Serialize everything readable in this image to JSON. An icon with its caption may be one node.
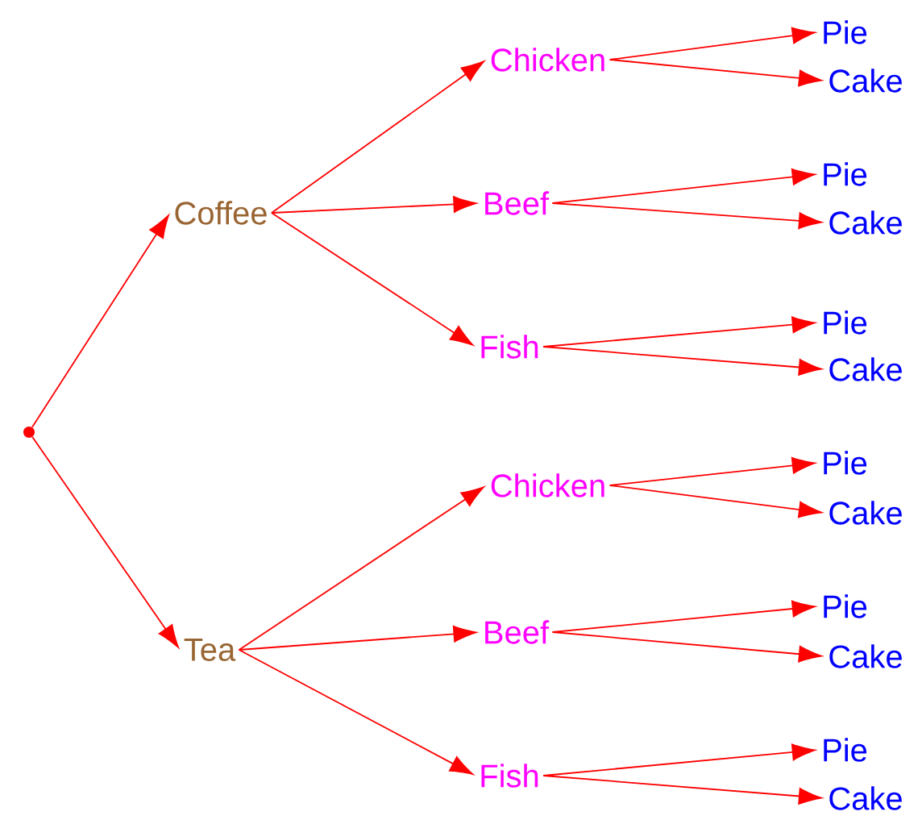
{
  "diagram": {
    "nodes": [
      {
        "text": [],
        "shape": "circle"
      },
      {
        "text": [
          "Coffee"
        ]
      },
      {
        "text": [
          "Tea"
        ]
      },
      {
        "text": [
          "Chicken"
        ]
      },
      {
        "text": [
          "Beef"
        ]
      },
      {
        "text": [
          "Fish"
        ]
      },
      {
        "text": [
          "Chicken"
        ]
      },
      {
        "text": [
          "Beef"
        ]
      },
      {
        "text": [
          "Fish"
        ]
      },
      {
        "text": [
          "Pie"
        ]
      },
      {
        "text": [
          "Cake"
        ]
      },
      {
        "text": [
          "Pie"
        ]
      },
      {
        "text": [
          "Cake"
        ]
      },
      {
        "text": [
          "Pie"
        ]
      },
      {
        "text": [
          "Cake"
        ]
      },
      {
        "text": [
          "Pie"
        ]
      },
      {
        "text": [
          "Cake"
        ]
      },
      {
        "text": [
          "Pie"
        ]
      },
      {
        "text": [
          "Cake"
        ]
      },
      {
        "text": [
          "Pie"
        ]
      },
      {
        "text": [
          "Cake"
        ]
      }
    ],
    "edges": [
      {
        "from": 0,
        "to": 1,
        "arrow": "to"
      },
      {
        "from": 0,
        "to": 2,
        "arrow": "to"
      },
      {
        "from": 1,
        "to": 3,
        "arrow": "to"
      },
      {
        "from": 1,
        "to": 4,
        "arrow": "to"
      },
      {
        "from": 1,
        "to": 5,
        "arrow": "to"
      },
      {
        "from": 2,
        "to": 6,
        "arrow": "to"
      },
      {
        "from": 2,
        "to": 7,
        "arrow": "to"
      },
      {
        "from": 2,
        "to": 8,
        "arrow": "to"
      },
      {
        "from": 3,
        "to": 9,
        "arrow": "to"
      },
      {
        "from": 3,
        "to": 10,
        "arrow": "to"
      },
      {
        "from": 4,
        "to": 11,
        "arrow": "to"
      },
      {
        "from": 4,
        "to": 12,
        "arrow": "to"
      },
      {
        "from": 5,
        "to": 13,
        "arrow": "to"
      },
      {
        "from": 5,
        "to": 14,
        "arrow": "to"
      },
      {
        "from": 6,
        "to": 15,
        "arrow": "to"
      },
      {
        "from": 6,
        "to": 16,
        "arrow": "to"
      },
      {
        "from": 7,
        "to": 17,
        "arrow": "to"
      },
      {
        "from": 7,
        "to": 18,
        "arrow": "to"
      },
      {
        "from": 8,
        "to": 19,
        "arrow": "to"
      },
      {
        "from": 8,
        "to": 20,
        "arrow": "to"
      }
    ]
  }
}
